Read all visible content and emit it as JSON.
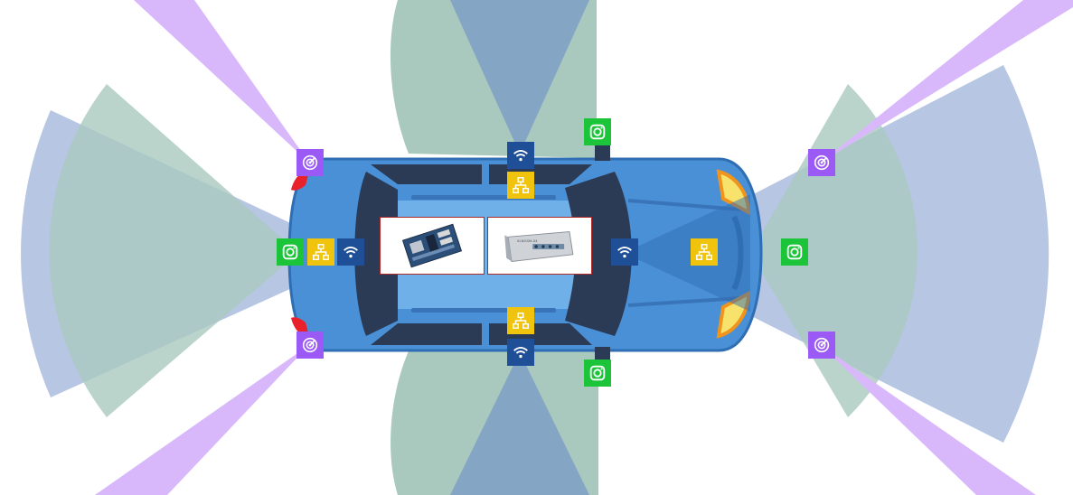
{
  "diagram": {
    "colors": {
      "radar": "#9b59f5",
      "radar_beam": "#d8b8fb",
      "camera": "#1cc43a",
      "camera_fov": "#a9c9bf",
      "ethernet": "#f0c30d",
      "wireless": "#1f4f96",
      "lidar_fov": "#9fb3da",
      "car_body": "#4a90d6",
      "car_glass": "#2b3a55",
      "board_frame": "#b02a2a"
    },
    "icons": {
      "radar": "radar-icon",
      "camera": "camera-icon",
      "ethernet": "ethernet-network-icon",
      "wireless": "wifi-icon",
      "board": "motherboard-image",
      "gateway": "industrial-computer-image"
    },
    "sensors": {
      "radars": 4,
      "cameras": 4,
      "ethernet_switches": 4,
      "wireless_units": 4
    },
    "device_label": "XLNGSM-04"
  }
}
